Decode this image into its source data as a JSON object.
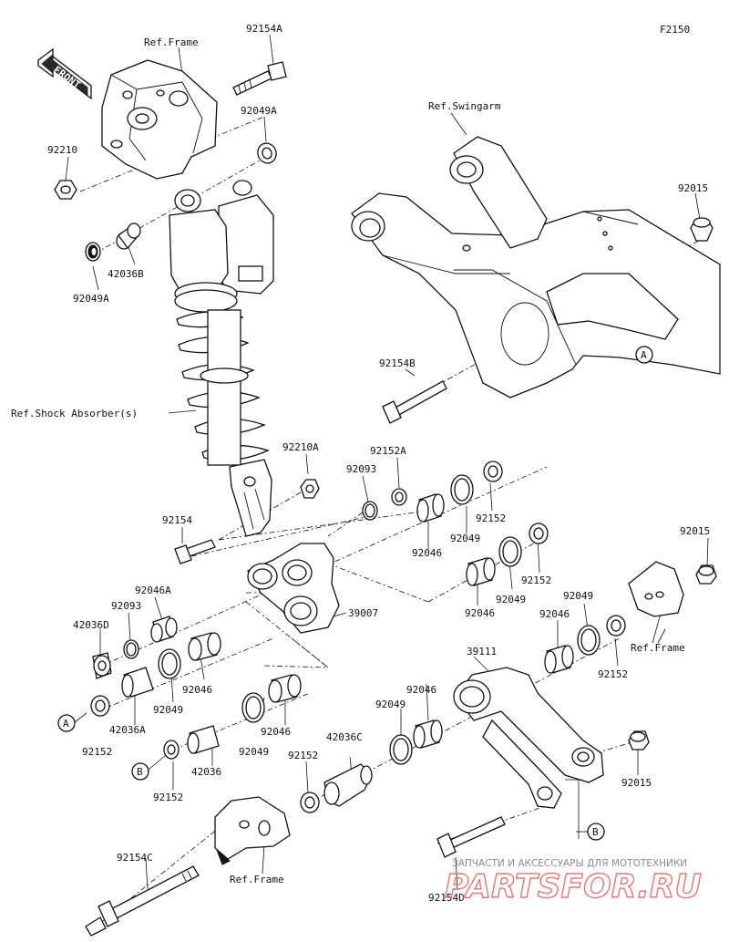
{
  "diagram": {
    "code": "F2150",
    "front_label": "FRONT",
    "refs": {
      "frame_top": "Ref.Frame",
      "swingarm": "Ref.Swingarm",
      "shock": "Ref.Shock Absorber(s)",
      "frame_right": "Ref.Frame",
      "frame_bottom": "Ref.Frame"
    },
    "callouts": {
      "a_left": "A",
      "a_right": "A",
      "b_left": "B",
      "b_right": "B"
    },
    "parts": {
      "p92154A": "92154A",
      "p92049A_top": "92049A",
      "p92210": "92210",
      "p42036B": "42036B",
      "p92049A_left": "92049A",
      "p92015_top": "92015",
      "p92154B": "92154B",
      "p92210A": "92210A",
      "p92152A": "92152A",
      "p92093_top": "92093",
      "p92152_r1": "92152",
      "p92049_r1": "92049",
      "p92046_r1": "92046",
      "p92154": "92154",
      "p92015_right": "92015",
      "p92152_r2": "92152",
      "p92049_r2": "92049",
      "p92046_r2": "92046",
      "p92046A": "92046A",
      "p92093_left": "92093",
      "p39007": "39007",
      "p92049_r3": "92049",
      "p92046_r3": "92046",
      "p92152_r3": "92152",
      "p42036D": "42036D",
      "p92046_l1": "92046",
      "p92049_l1": "92049",
      "p39111": "39111",
      "p92046_mid": "92046",
      "p92049_mid": "92049",
      "p92152_left": "92152",
      "p42036A": "42036A",
      "p92049_l2": "92049",
      "p92046_l2": "92046",
      "p42036C": "42036C",
      "p92015_bottom": "92015",
      "p42036": "42036",
      "p92152_c": "92152",
      "p92152_b": "92152",
      "p92154C": "92154C",
      "p92154D": "92154D"
    }
  },
  "watermark": {
    "line1": "ЗАПЧАСТИ И АКСЕССУАРЫ ДЛЯ МОТОТЕХНИКИ",
    "line2": "PARTSFOR.RU"
  }
}
